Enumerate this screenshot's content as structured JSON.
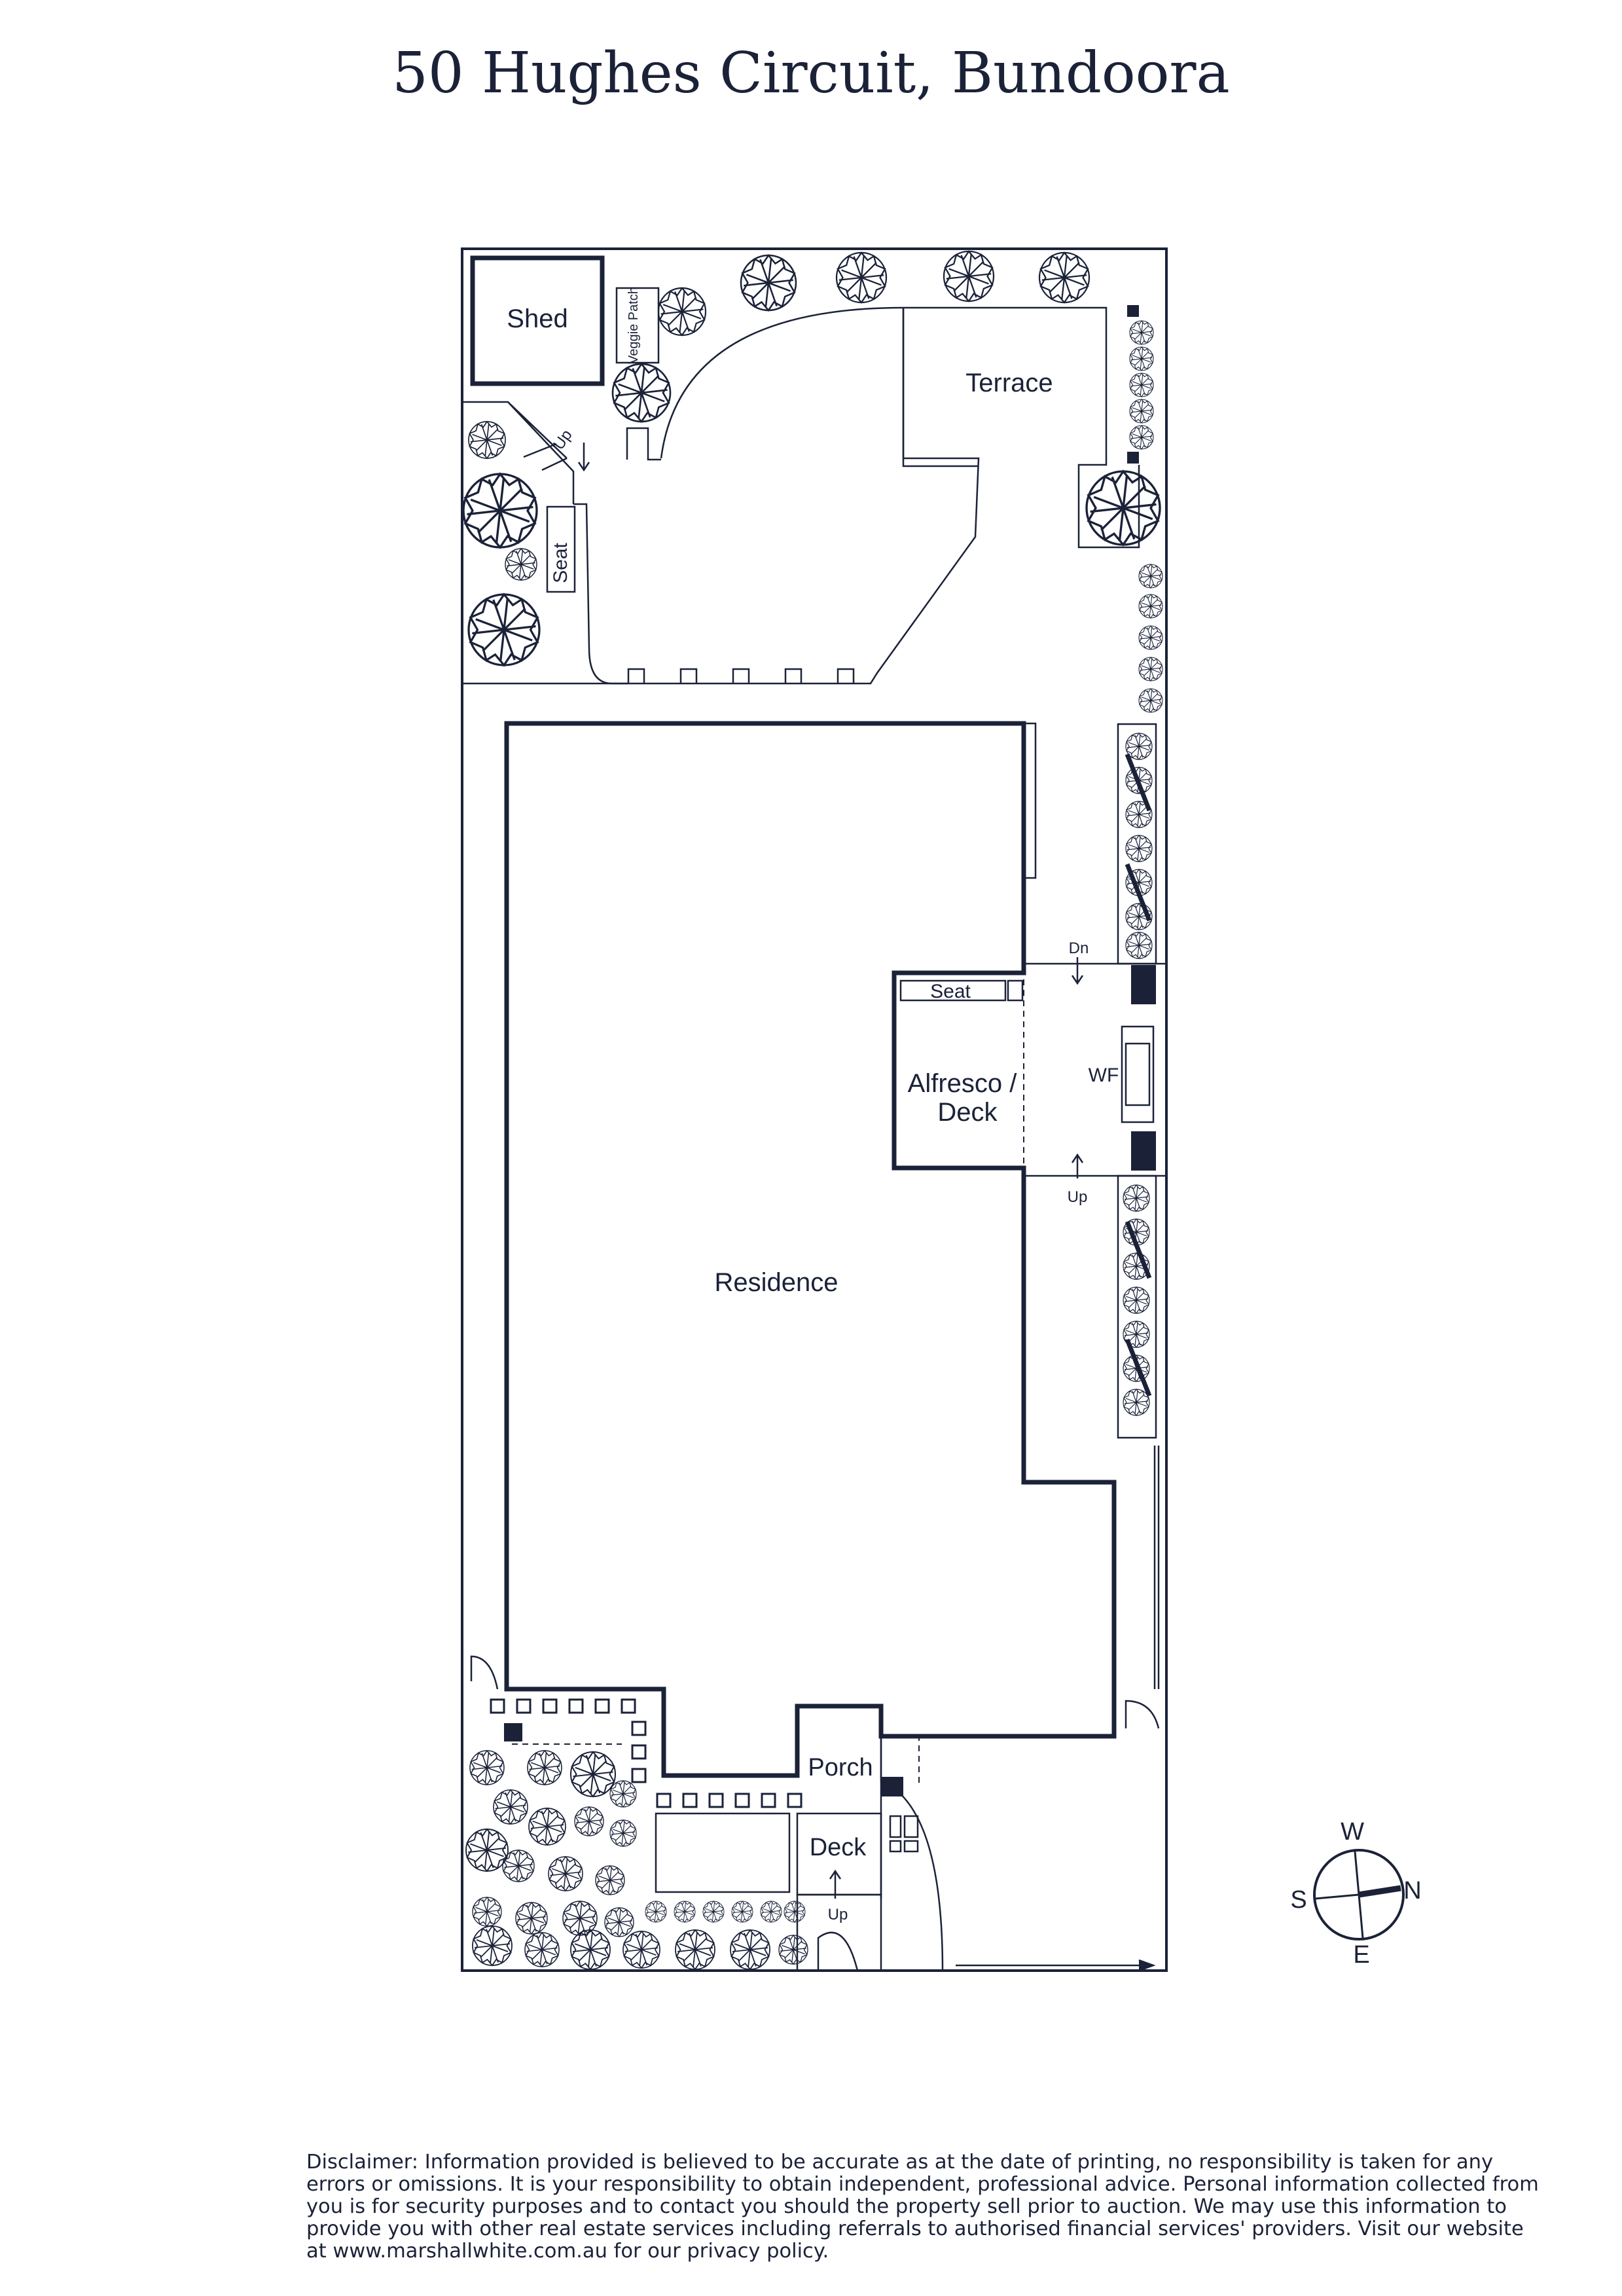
{
  "title": "50 Hughes Circuit, Bundoora",
  "labels": {
    "shed": "Shed",
    "veggie_patch": "Veggie Patch",
    "terrace": "Terrace",
    "up_garden": "Up",
    "seat_garden": "Seat",
    "residence": "Residence",
    "seat_alfresco": "Seat",
    "alfresco": "Alfresco /",
    "deck_alfresco": "Deck",
    "wf": "WF",
    "dn": "Dn",
    "up_alfresco": "Up",
    "porch": "Porch",
    "deck_front": "Deck",
    "up_front": "Up"
  },
  "compass": {
    "w": "W",
    "s": "S",
    "n": "N",
    "e": "E"
  },
  "disclaimer": "Disclaimer: Information provided is believed to be accurate as at the date of printing, no responsibility is taken for any errors or omissions. It is your responsibility to obtain independent, professional advice. Personal information collected from you is for security purposes and to contact you should the property sell prior to auction. We may use this information to provide you with other real estate services including referrals to authorised financial services' providers. Visit our website at www.marshallwhite.com.au for our privacy policy.",
  "colors": {
    "ink": "#1b2238",
    "background": "#ffffff"
  }
}
